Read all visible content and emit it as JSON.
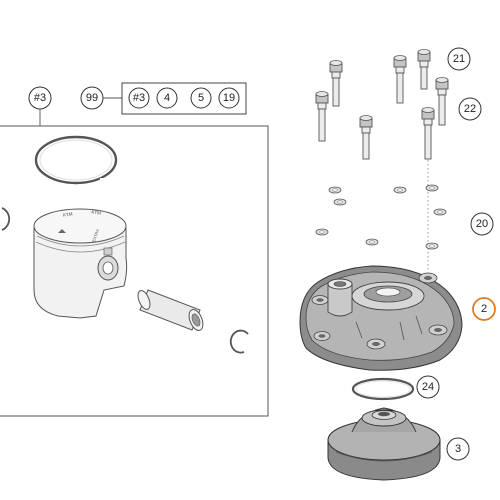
{
  "callouts": {
    "group_ref_top": "#3",
    "kit_number": "99",
    "kit_items": [
      "#3",
      "4",
      "5",
      "19"
    ],
    "c21": "21",
    "c22": "22",
    "c20": "20",
    "c2": "2",
    "c24": "24",
    "c3": "3"
  },
  "piston_marks": {
    "top_left": "KTM",
    "top_right": "KTM",
    "side": "EXTRA"
  },
  "colors": {
    "highlight": "#e07a1e",
    "outline": "#555555"
  }
}
